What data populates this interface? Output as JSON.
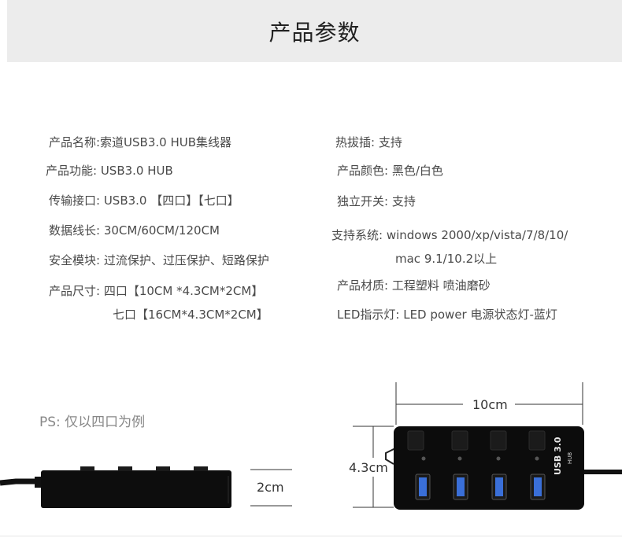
{
  "header": {
    "title": "产品参数"
  },
  "specs": {
    "name": "产品名称:索道USB3.0 HUB集线器",
    "function": "产品功能:  USB3.0 HUB",
    "interface": "传输接口:  USB3.0 【四口】【七口】",
    "cable": "数据线长:  30CM/60CM/120CM",
    "safety": "安全模块:  过流保护、过压保护、短路保护",
    "size_label": "产品尺寸:  四口【10CM *4.3CM*2CM】",
    "size_line2": "七口【16CM*4.3CM*2CM】",
    "hotplug": "热拔插:  支持",
    "color": "产品颜色:  黑色/白色",
    "switch": "独立开关:  支持",
    "system_line1": "支持系统:  windows 2000/xp/vista/7/8/10/",
    "system_line2": "mac 9.1/10.2以上",
    "material": "产品材质:  工程塑料  喷油磨砂",
    "led": "LED指示灯:  LED power 电源状态灯-蓝灯"
  },
  "note": "PS:  仅以四口为例",
  "dimensions": {
    "height": "2cm",
    "length": "10cm",
    "width": "4.3cm"
  },
  "product": {
    "brand_text": "USB 3.0",
    "hub_text": "HUB",
    "port_color": "#3a6fd8"
  }
}
